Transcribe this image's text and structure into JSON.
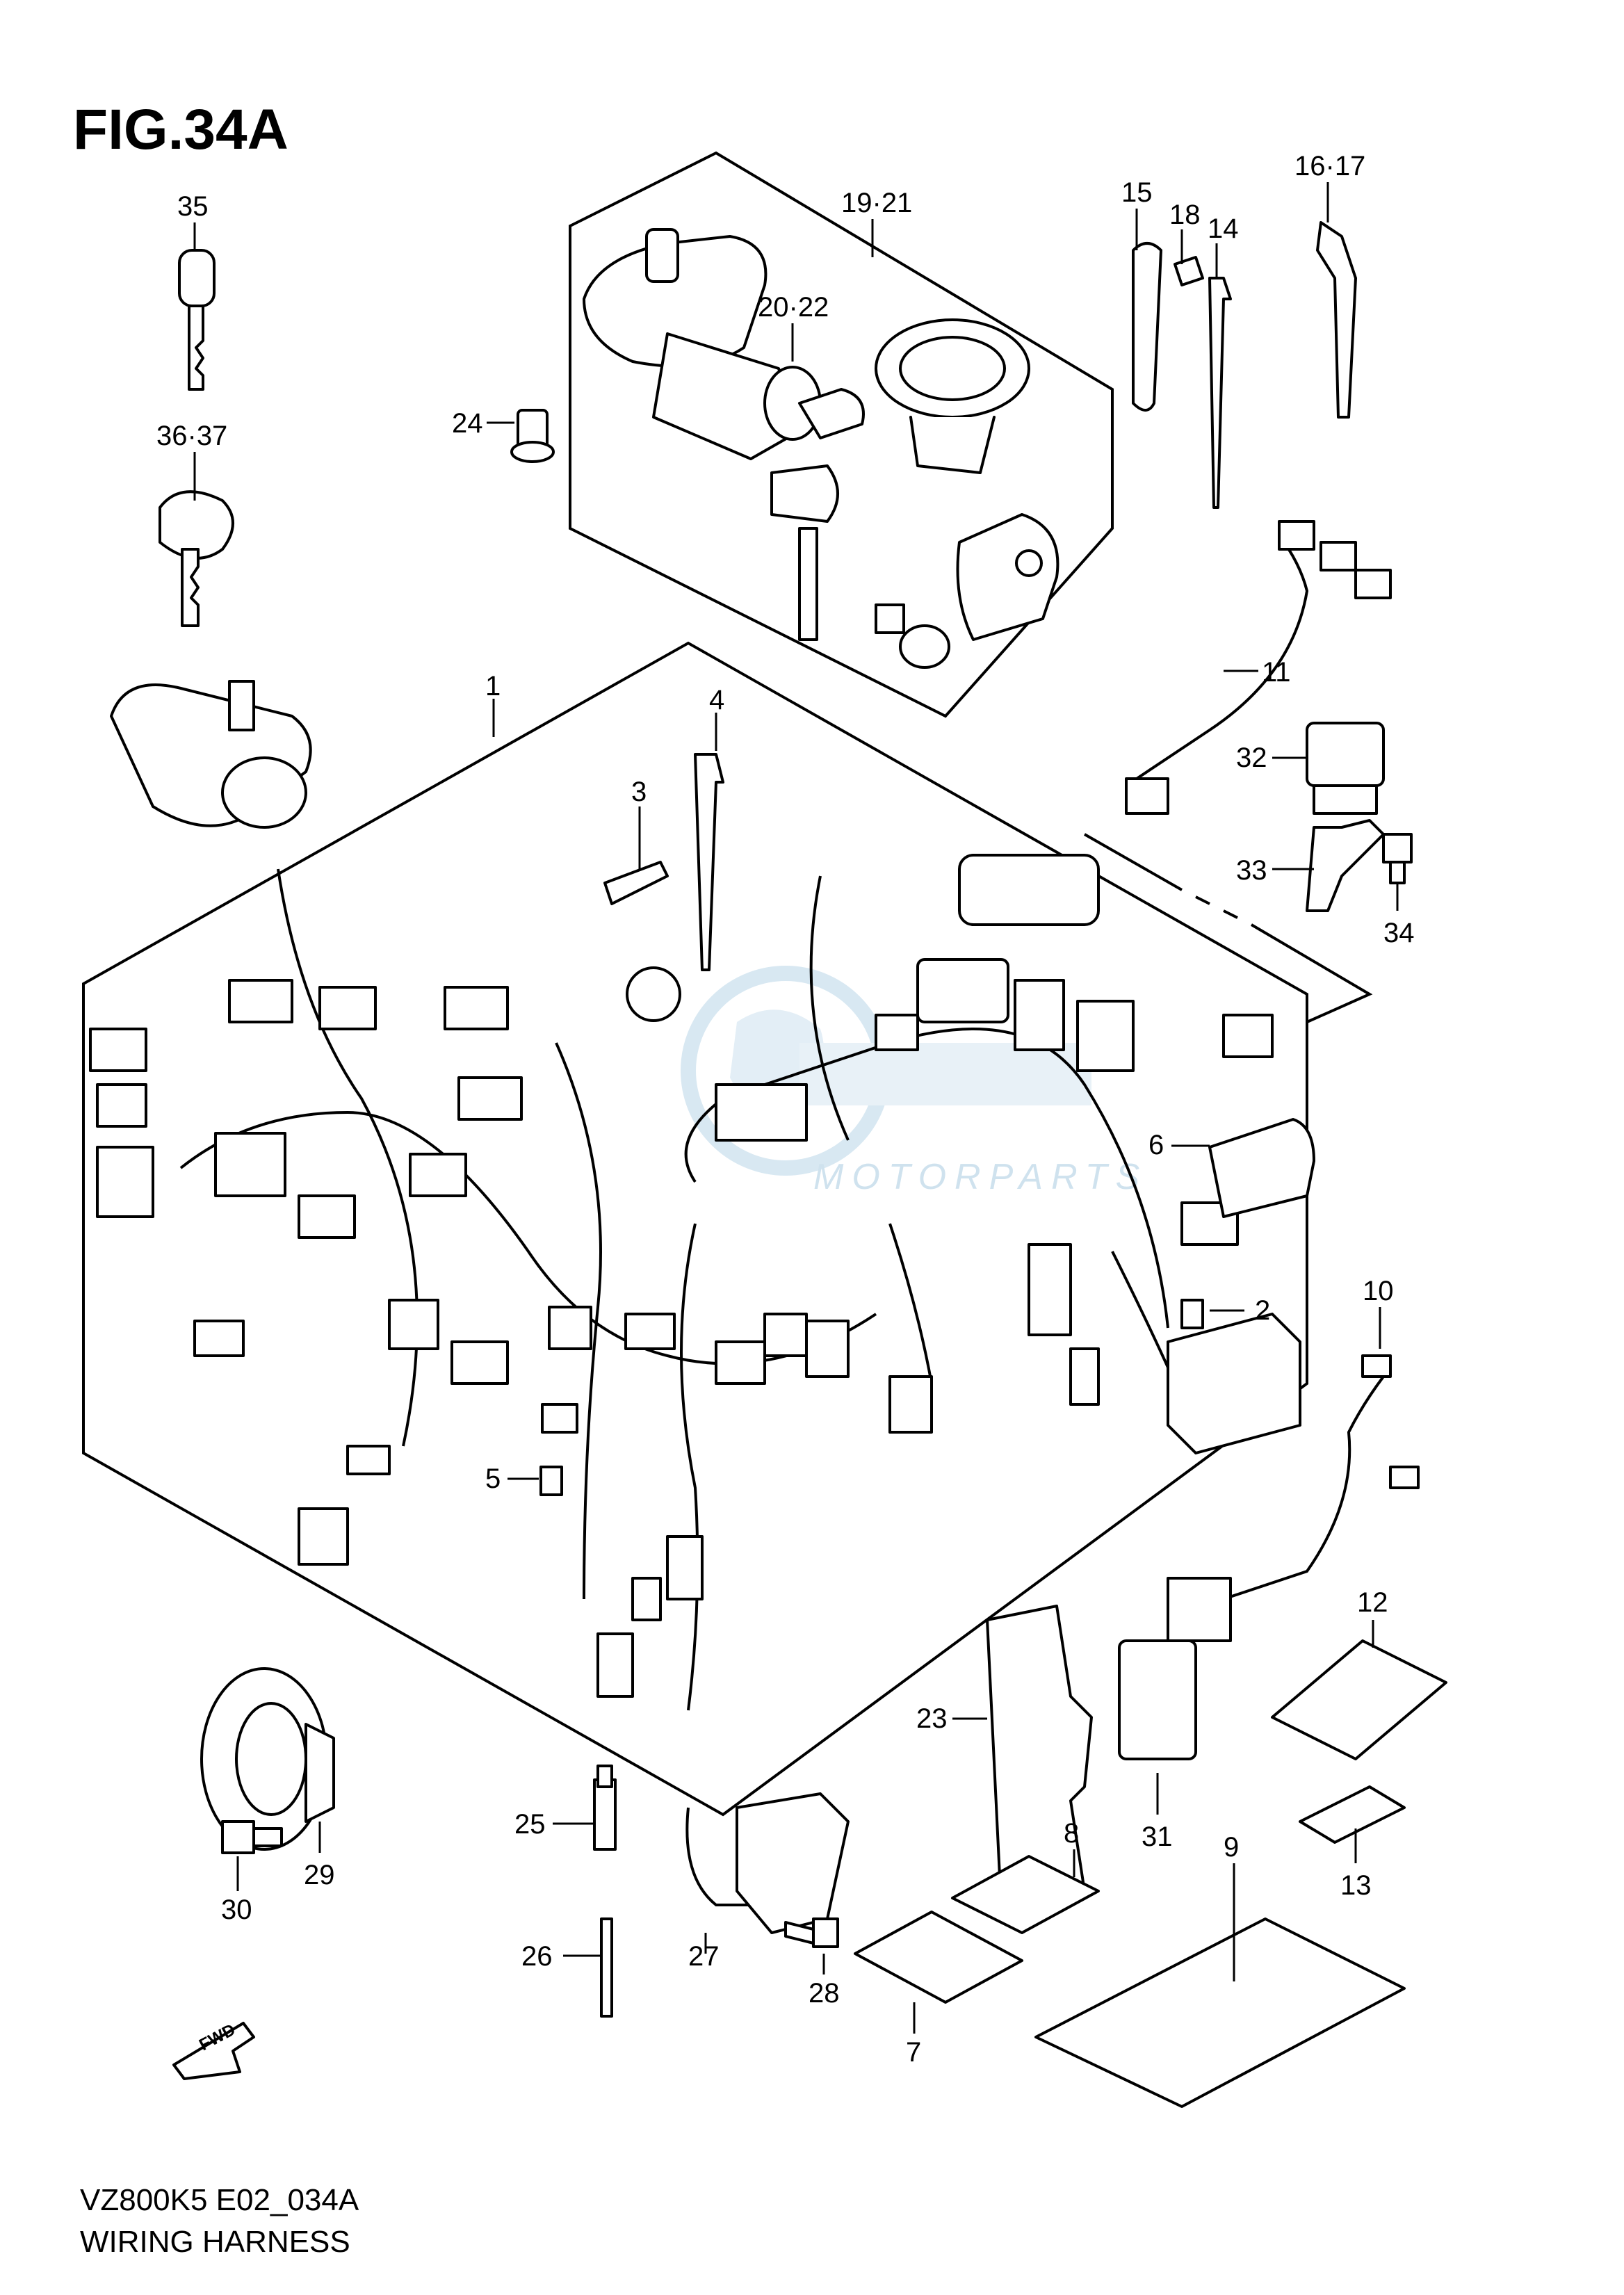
{
  "figure": {
    "title": "FIG.34A",
    "model_code": "VZ800K5 E02_034A",
    "name": "WIRING HARNESS",
    "watermark": "MOTORPARTS",
    "fwd_label": "FWD"
  },
  "callouts": [
    "35",
    "36·37",
    "19·21",
    "20·22",
    "24",
    "15",
    "18",
    "14",
    "16·17",
    "11",
    "32",
    "33",
    "34",
    "1",
    "4",
    "3",
    "6",
    "2",
    "10",
    "5",
    "12",
    "23",
    "31",
    "8",
    "9",
    "13",
    "25",
    "26",
    "27",
    "28",
    "7",
    "29",
    "30"
  ],
  "colors": {
    "line": "#000000",
    "background": "#ffffff",
    "watermark": "#cfe2ee"
  }
}
